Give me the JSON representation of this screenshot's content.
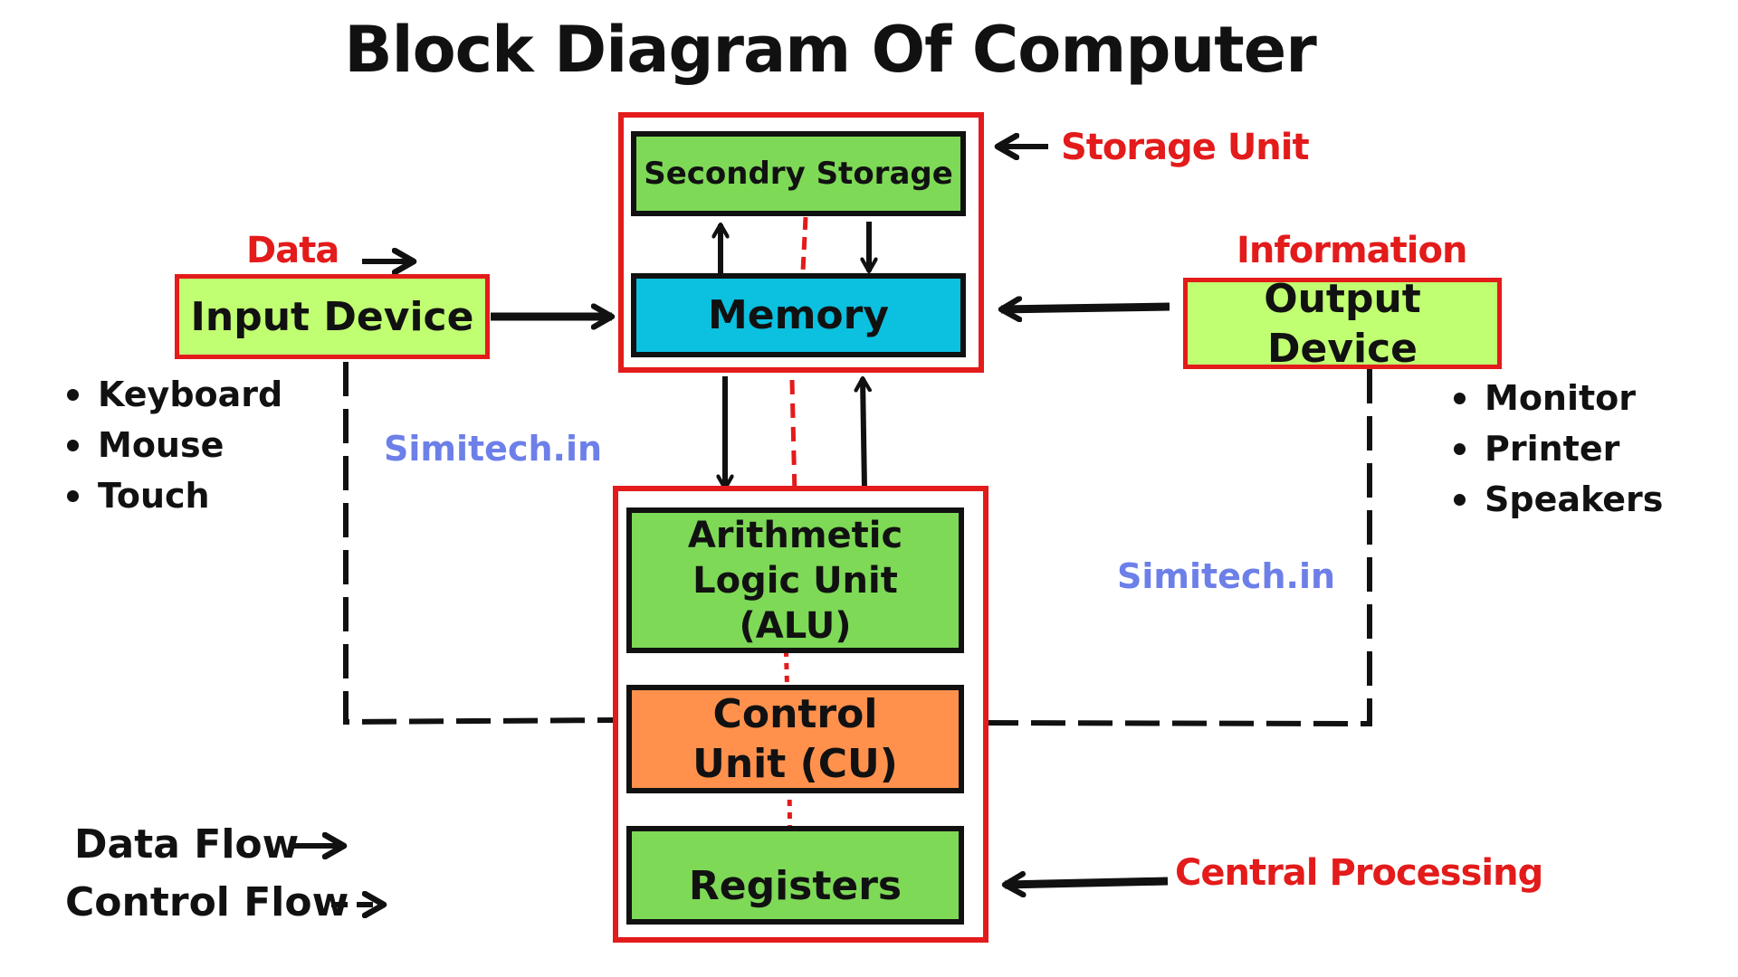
{
  "title": "Block Diagram Of Computer",
  "labels": {
    "storage_unit": "Storage Unit",
    "data": "Data",
    "information": "Information",
    "central_processing": "Central Processing"
  },
  "blocks": {
    "secondary_storage": "Secondry Storage",
    "memory": "Memory",
    "input_device": "Input Device",
    "output_device": "Output Device",
    "alu": "Arithmetic Logic Unit (ALU)",
    "control_unit": "Control Unit (CU)",
    "registers": "Registers"
  },
  "input_examples": [
    "Keyboard",
    "Mouse",
    "Touch"
  ],
  "output_examples": [
    "Monitor",
    "Printer",
    "Speakers"
  ],
  "watermarks": [
    "Simitech.in",
    "Simitech.in"
  ],
  "legend": {
    "data_flow": "Data Flow",
    "control_flow": "Control Flow"
  },
  "colors": {
    "red": "#e31b1b",
    "green": "#7ed957",
    "blue": "#0cc0df",
    "orange": "#ff914d",
    "lime": "#c1ff72",
    "watermark": "#6d7fe8"
  }
}
